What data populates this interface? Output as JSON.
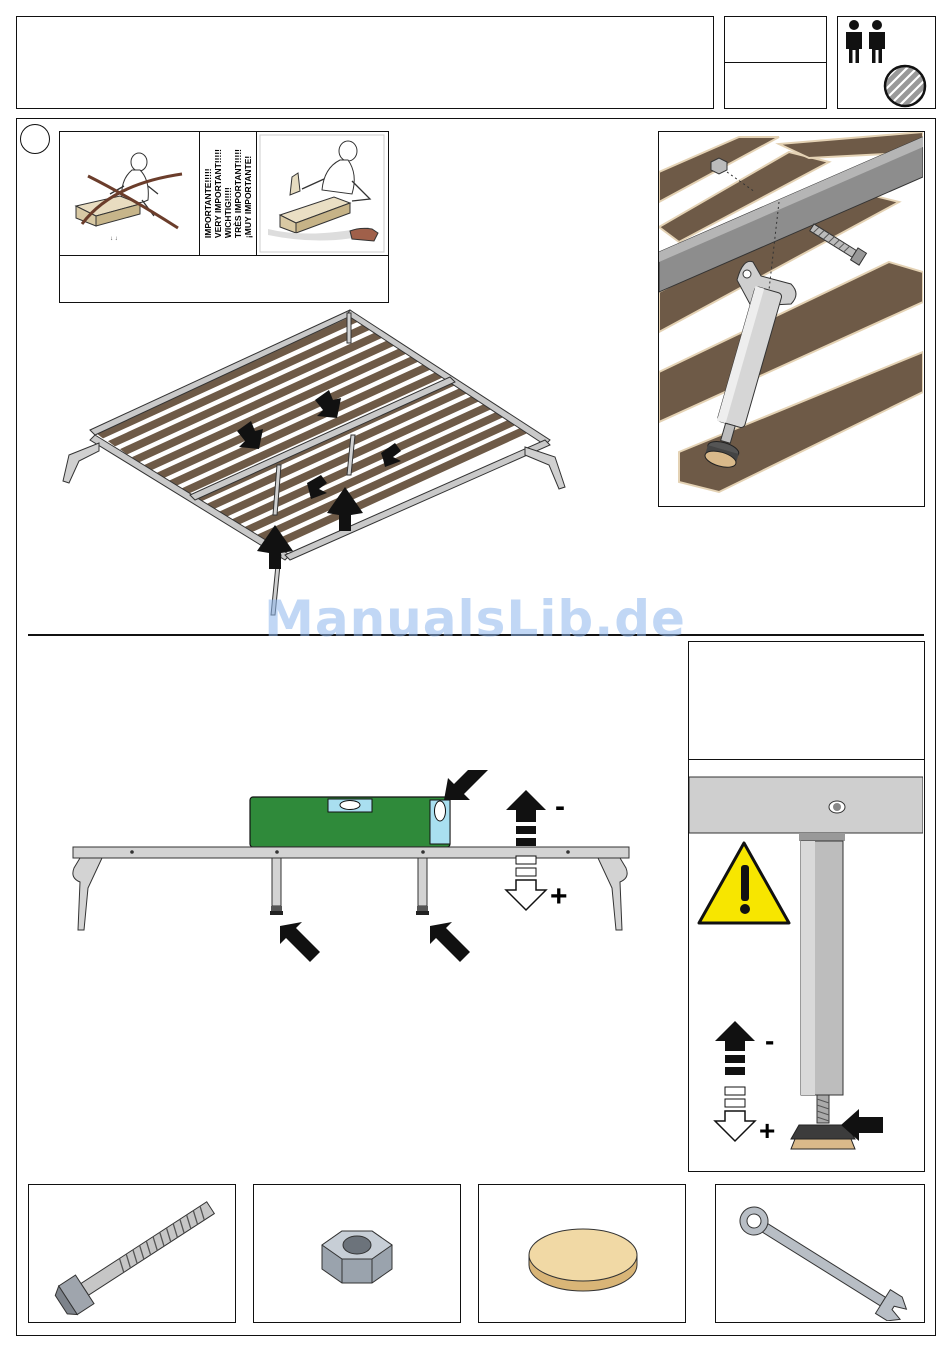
{
  "header": {
    "title": "",
    "code_top": "",
    "code_bottom": ""
  },
  "step1": {
    "warning_lines": [
      "IMPORTANTE!!!!!",
      "VERY IMPORTANT!!!!!",
      "WICHTIG!!!!!",
      "TRÈS IMPORTANT!!!!!",
      "¡MUY IMPORTANTE!"
    ],
    "step_number": ""
  },
  "step2": {
    "minus": "-",
    "plus": "+",
    "side_minus": "-",
    "side_plus": "+"
  },
  "parts": [
    {
      "name": "bolt-icon"
    },
    {
      "name": "hex-nut-icon"
    },
    {
      "name": "felt-pad-icon"
    },
    {
      "name": "wrench-icon"
    }
  ],
  "watermark": "ManualsLib.de",
  "colors": {
    "level_green": "#2f8a3a",
    "slat_brown": "#6e5a47",
    "frame_gray": "#b9b9b9",
    "warning_yellow": "#f7e600",
    "pad_tan": "#e9c98f",
    "bubble_blue": "#a9dff0"
  }
}
